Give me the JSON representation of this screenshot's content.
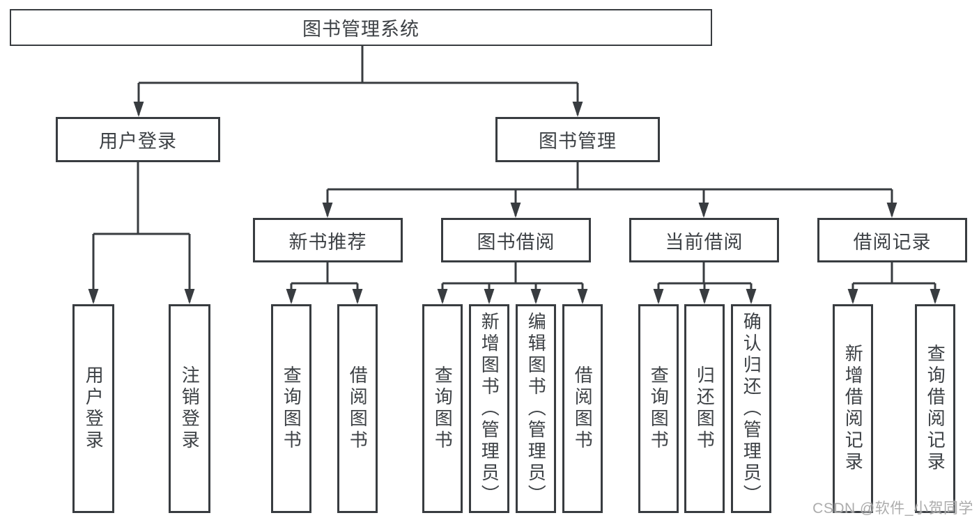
{
  "colors": {
    "line": "#383c40",
    "text": "#3d4145",
    "box_background": "#ffffff",
    "watermark": "#a8a8a8"
  },
  "watermark": "CSDN @软件_小贺同学",
  "tree": {
    "root": {
      "label": "图书管理系统"
    },
    "branches": [
      {
        "label": "用户登录",
        "children": [
          {
            "label": "用户登录"
          },
          {
            "label": "注销登录"
          }
        ]
      },
      {
        "label": "图书管理",
        "children": [
          {
            "label": "新书推荐",
            "children": [
              {
                "label": "查询图书"
              },
              {
                "label": "借阅图书"
              }
            ]
          },
          {
            "label": "图书借阅",
            "children": [
              {
                "label": "查询图书"
              },
              {
                "label": "新增图书（管理员）"
              },
              {
                "label": "编辑图书（管理员）"
              },
              {
                "label": "借阅图书"
              }
            ]
          },
          {
            "label": "当前借阅",
            "children": [
              {
                "label": "查询图书"
              },
              {
                "label": "归还图书"
              },
              {
                "label": "确认归还（管理员）"
              }
            ]
          },
          {
            "label": "借阅记录",
            "children": [
              {
                "label": "新增借阅记录"
              },
              {
                "label": "查询借阅记录"
              }
            ]
          }
        ]
      }
    ]
  }
}
